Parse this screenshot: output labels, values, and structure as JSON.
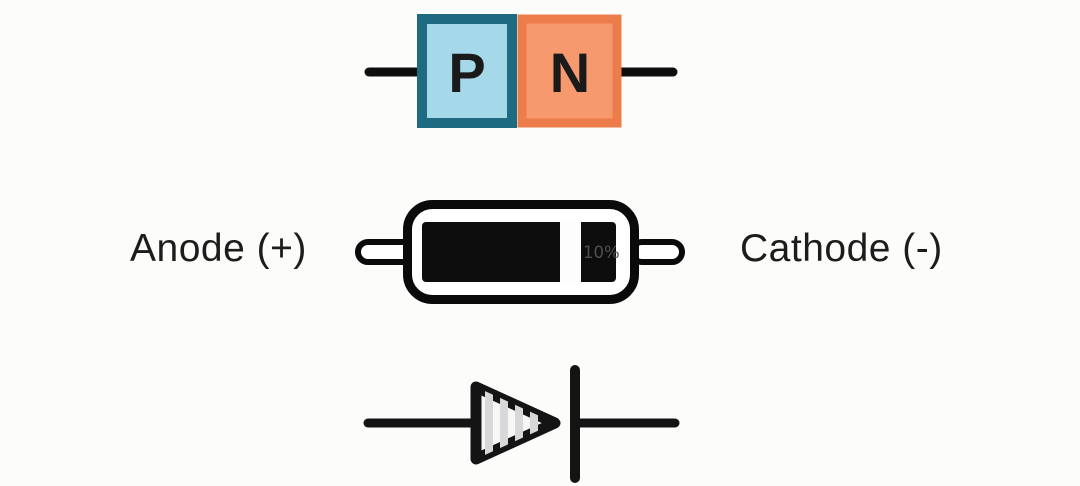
{
  "page": {
    "background": "#FCFCFA"
  },
  "pn_junction": {
    "p_label": "P",
    "n_label": "N",
    "p_fill": "#A5D9EA",
    "p_border": "#1E6A80",
    "n_fill": "#F6996F",
    "n_border": "#EC7C4A",
    "lead_color": "#0E0E0E",
    "letter_color": "#1A1A1A"
  },
  "component_drawing": {
    "anode_label": "Anode (+)",
    "cathode_label": "Cathode (-)",
    "band_marking": "10%",
    "ink_color": "#0A0A0A",
    "shell_fill": "#FFFFFF",
    "body_fill": "#0D0D0D",
    "band_fill": "#FDFDFD",
    "lead_fill": "#FFFFFF",
    "marking_color": "#4E4E4E"
  },
  "schematic_symbol": {
    "ink_color": "#141414",
    "triangle_fill": "#F7F7F6",
    "stripe_color": "#D8D8DB"
  }
}
